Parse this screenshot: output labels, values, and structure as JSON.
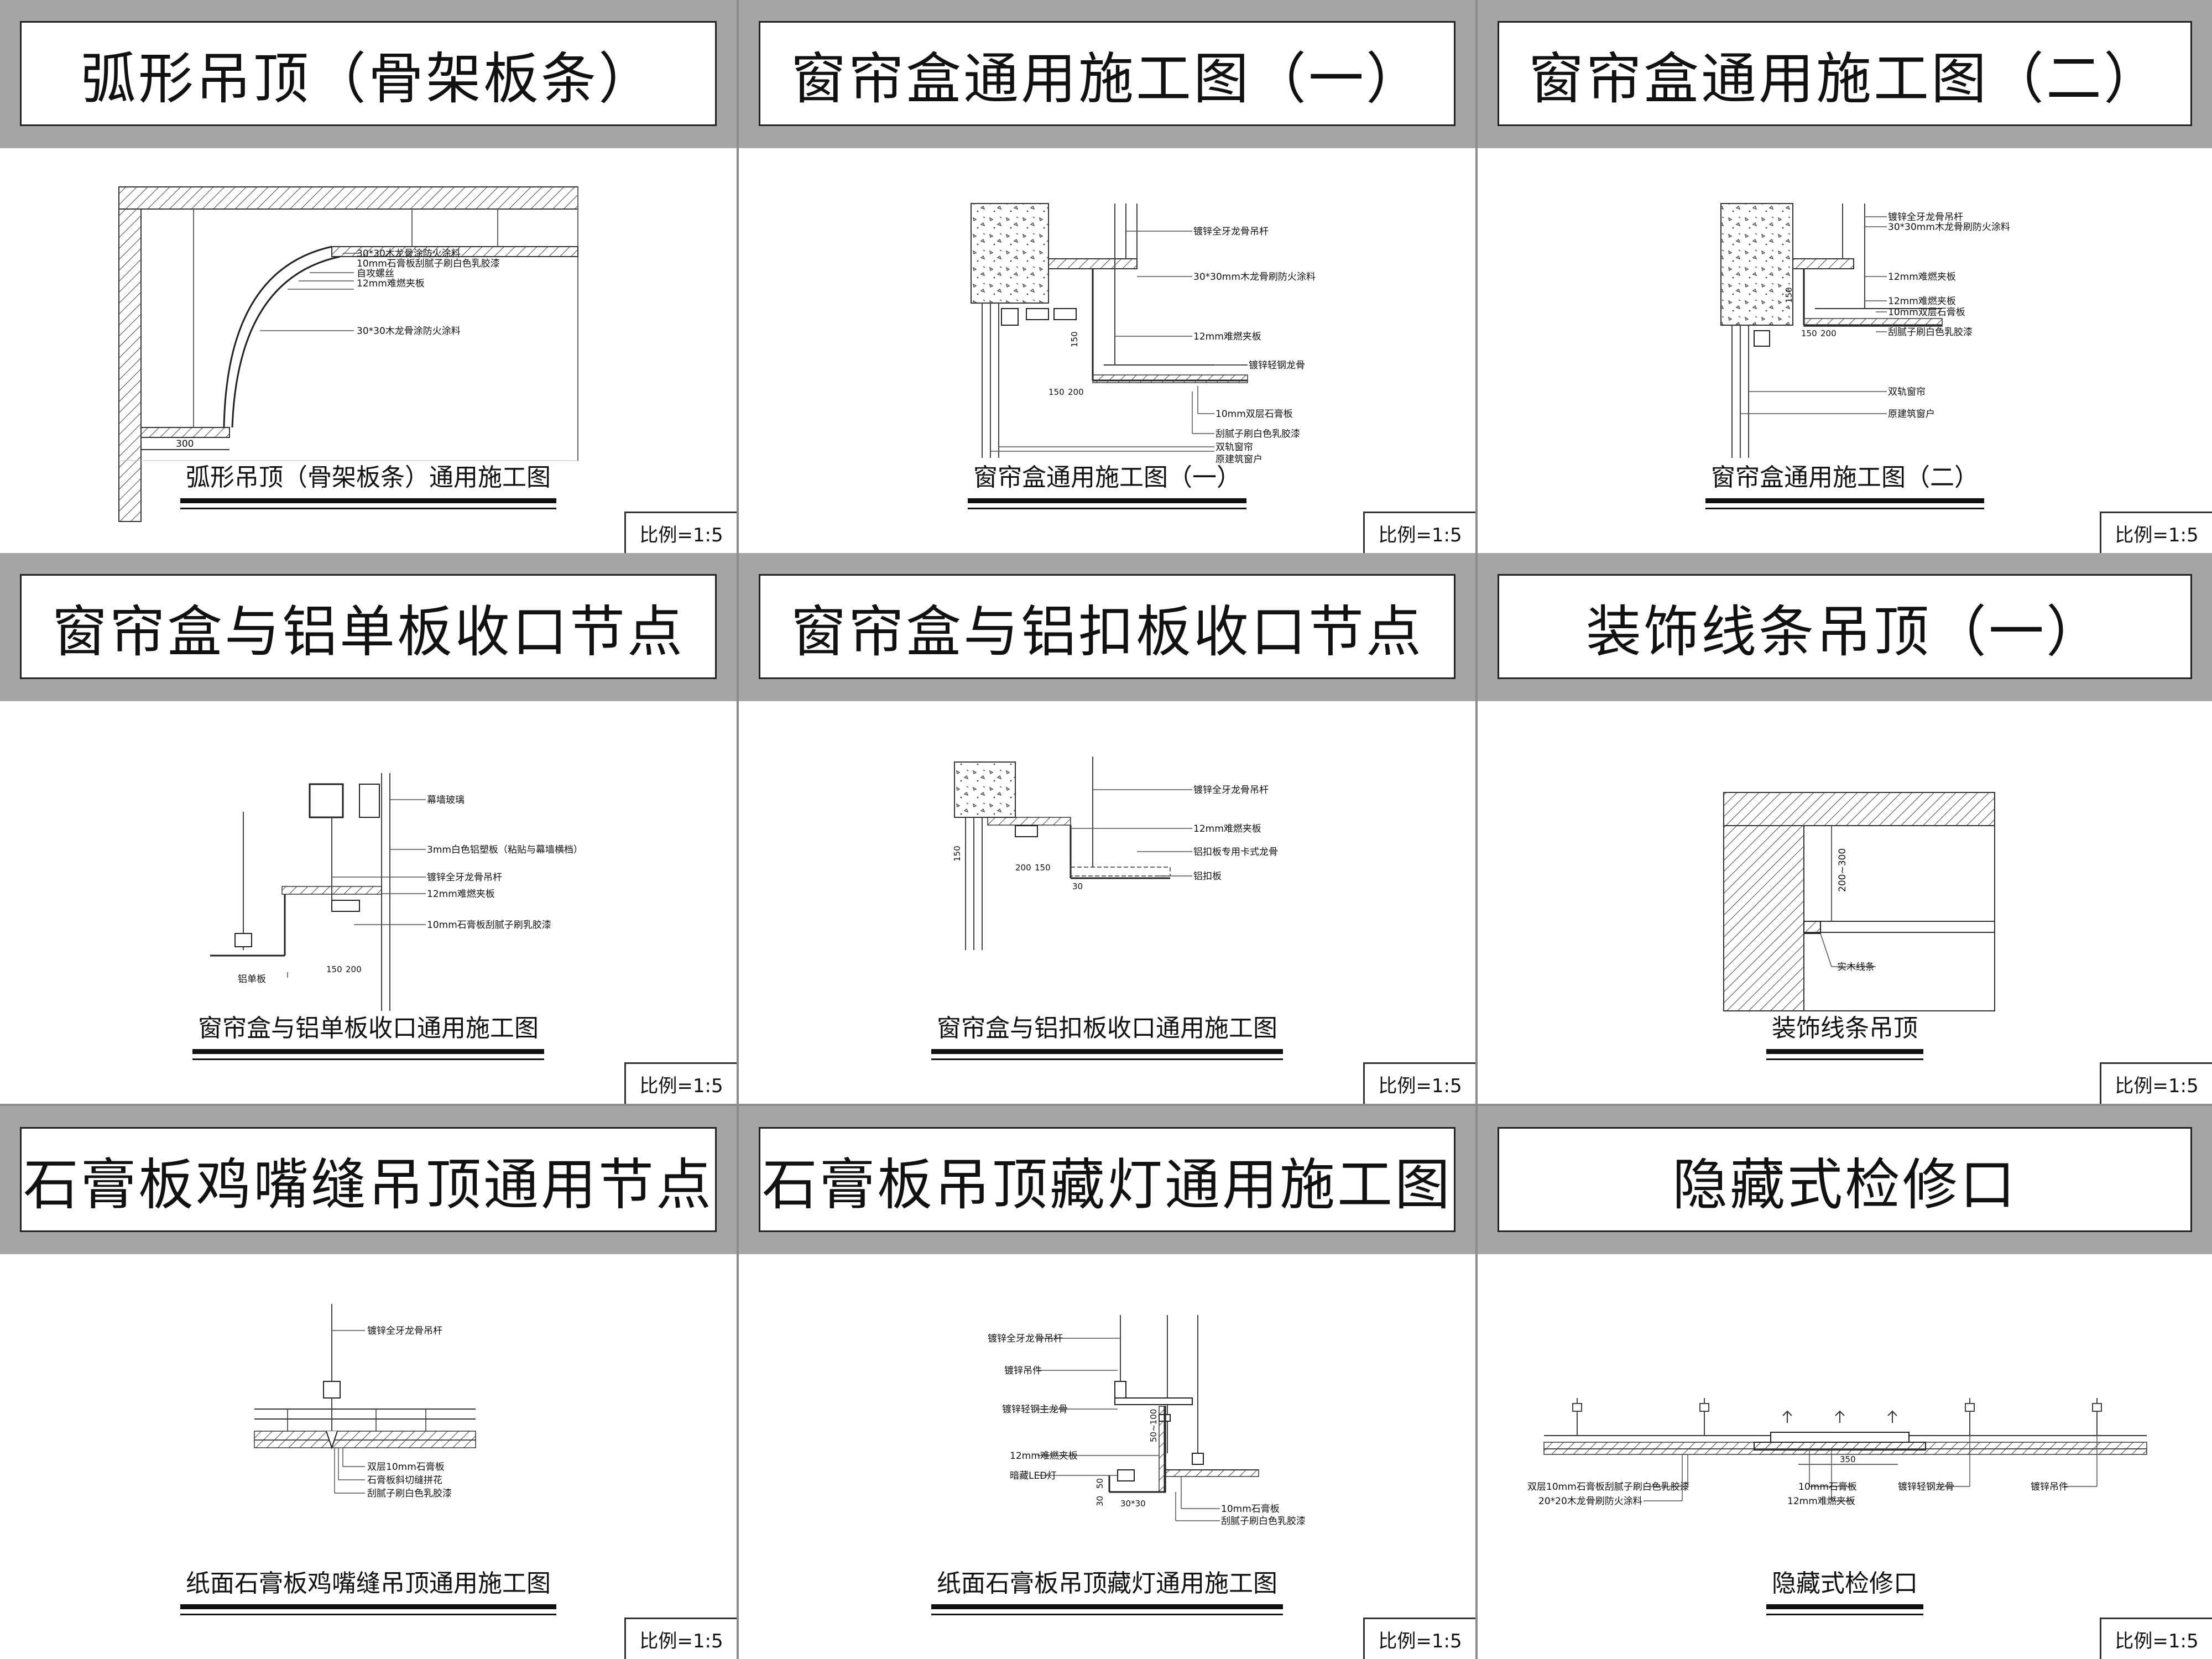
{
  "panels": [
    {
      "title": "弧形吊顶（骨架板条）",
      "caption": "弧形吊顶（骨架板条）通用施工图",
      "scale": "比例=1:5",
      "labels": [
        "30*30木龙骨涂防火涂料",
        "10mm石膏板刮腻子刷白色乳胶漆",
        "自攻螺丝",
        "12mm难燃夹板",
        "30*30木龙骨涂防火涂料"
      ],
      "dims": [
        "300"
      ]
    },
    {
      "title": "窗帘盒通用施工图（一）",
      "caption": "窗帘盒通用施工图（一）",
      "scale": "比例=1:5",
      "labels": [
        "镀锌全牙龙骨吊杆",
        "30*30mm木龙骨刷防火涂料",
        "12mm难燃夹板",
        "镀锌轻钢龙骨",
        "10mm双层石膏板",
        "刮腻子刷白色乳胶漆",
        "双轨窗帘",
        "原建筑窗户"
      ],
      "dims": [
        "150",
        "150",
        "200"
      ]
    },
    {
      "title": "窗帘盒通用施工图（二）",
      "caption": "窗帘盒通用施工图（二）",
      "scale": "比例=1:5",
      "labels": [
        "镀锌全牙龙骨吊杆",
        "30*30mm木龙骨刷防火涂料",
        "12mm难燃夹板",
        "12mm难燃夹板",
        "10mm双层石膏板",
        "刮腻子刷白色乳胶漆",
        "双轨窗帘",
        "原建筑窗户"
      ],
      "dims": [
        "150",
        "150",
        "200"
      ]
    },
    {
      "title": "窗帘盒与铝单板收口节点",
      "caption": "窗帘盒与铝单板收口通用施工图",
      "scale": "比例=1:5",
      "labels": [
        "幕墙玻璃",
        "3mm白色铝塑板（粘贴与幕墙横档）",
        "镀锌全牙龙骨吊杆",
        "12mm难燃夹板",
        "10mm石膏板刮腻子刷乳胶漆",
        "铝单板"
      ],
      "dims": [
        "150",
        "200"
      ]
    },
    {
      "title": "窗帘盒与铝扣板收口节点",
      "caption": "窗帘盒与铝扣板收口通用施工图",
      "scale": "比例=1:5",
      "labels": [
        "镀锌全牙龙骨吊杆",
        "12mm难燃夹板",
        "铝扣板专用卡式龙骨",
        "铝扣板"
      ],
      "dims": [
        "150",
        "200",
        "150",
        "30"
      ]
    },
    {
      "title": "装饰线条吊顶（一）",
      "caption": "装饰线条吊顶",
      "scale": "比例=1:5",
      "labels": [
        "实木线条"
      ],
      "dims": [
        "200~300"
      ]
    },
    {
      "title": "石膏板鸡嘴缝吊顶通用节点",
      "caption": "纸面石膏板鸡嘴缝吊顶通用施工图",
      "scale": "比例=1:5",
      "labels": [
        "镀锌全牙龙骨吊杆",
        "双层10mm石膏板",
        "石膏板斜切缝拼花",
        "刮腻子刷白色乳胶漆"
      ],
      "dims": []
    },
    {
      "title": "石膏板吊顶藏灯通用施工图",
      "caption": "纸面石膏板吊顶藏灯通用施工图",
      "scale": "比例=1:5",
      "labels": [
        "镀锌全牙龙骨吊杆",
        "镀锌吊件",
        "镀锌轻钢主龙骨",
        "12mm难燃夹板",
        "暗藏LED灯",
        "10mm石膏板",
        "刮腻子刷白色乳胶漆"
      ],
      "dims": [
        "50~100",
        "50",
        "30",
        "30*30"
      ]
    },
    {
      "title": "隐藏式检修口",
      "caption": "隐藏式检修口",
      "scale": "比例=1:5",
      "labels": [
        "双层10mm石膏板刮腻子刷白色乳胶漆",
        "20*20木龙骨刷防火涂料",
        "10mm石膏板",
        "12mm难燃夹板",
        "镀锌轻钢龙骨",
        "镀锌吊件"
      ],
      "dims": [
        "350"
      ]
    }
  ]
}
